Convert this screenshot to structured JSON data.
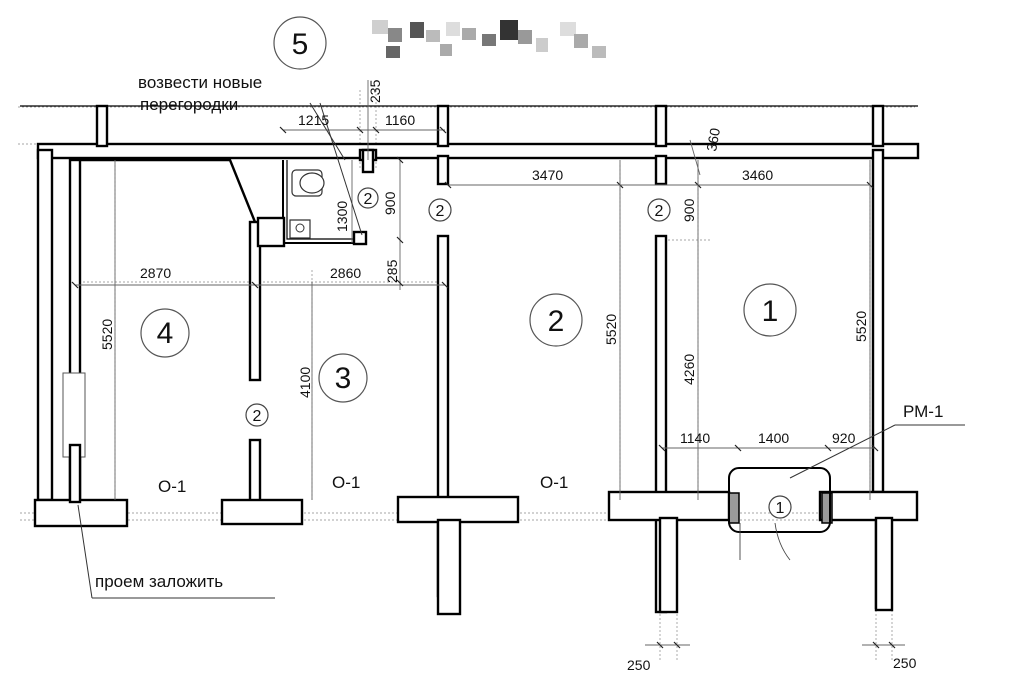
{
  "header": {
    "sheet_number": "5"
  },
  "annotations": {
    "new_partitions_line1": "возвести новые",
    "new_partitions_line2": "перегородки",
    "brick_up_opening": "проем заложить",
    "rm_label": "РМ-1"
  },
  "rooms": [
    {
      "number": "1"
    },
    {
      "number": "2"
    },
    {
      "number": "3"
    },
    {
      "number": "4"
    }
  ],
  "partition_tags": {
    "type": "2",
    "door_tag": "1"
  },
  "windows": [
    "О-1",
    "О-1",
    "О-1"
  ],
  "dimensions": {
    "d1215": "1215",
    "d235": "235",
    "d1160": "1160",
    "d360": "360",
    "d3470": "3470",
    "d3460": "3460",
    "d900a": "900",
    "d1300": "1300",
    "d900b": "900",
    "d2870": "2870",
    "d2860": "2860",
    "d285": "285",
    "d5520a": "5520",
    "d5520b": "5520",
    "d5520c": "5520",
    "d4100": "4100",
    "d4260": "4260",
    "d1140": "1140",
    "d1400": "1400",
    "d920": "920",
    "d250a": "250",
    "d250b": "250"
  }
}
